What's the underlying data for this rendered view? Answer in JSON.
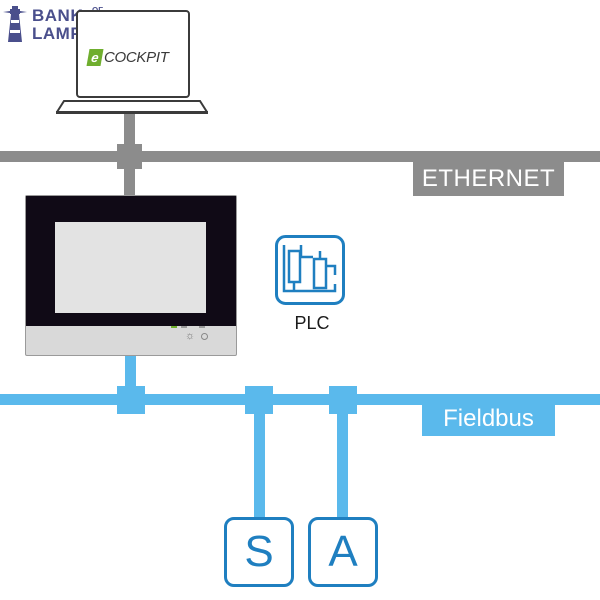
{
  "logo": {
    "line1": "BANK",
    "of": "OF",
    "line2": "LAMPS"
  },
  "laptop": {
    "app_badge": "e",
    "app_name": "COCKPIT"
  },
  "ethernet": {
    "label": "ETHERNET"
  },
  "plc": {
    "label": "PLC"
  },
  "fieldbus": {
    "label": "Fieldbus"
  },
  "devices": [
    {
      "letter": "S"
    },
    {
      "letter": "A"
    }
  ],
  "colors": {
    "ethernet": "#8c8c8c",
    "fieldbus": "#5ab9ec",
    "device_border": "#1f7fc0",
    "logo": "#4a4f8c",
    "ecockpit_green": "#6fae2e"
  }
}
